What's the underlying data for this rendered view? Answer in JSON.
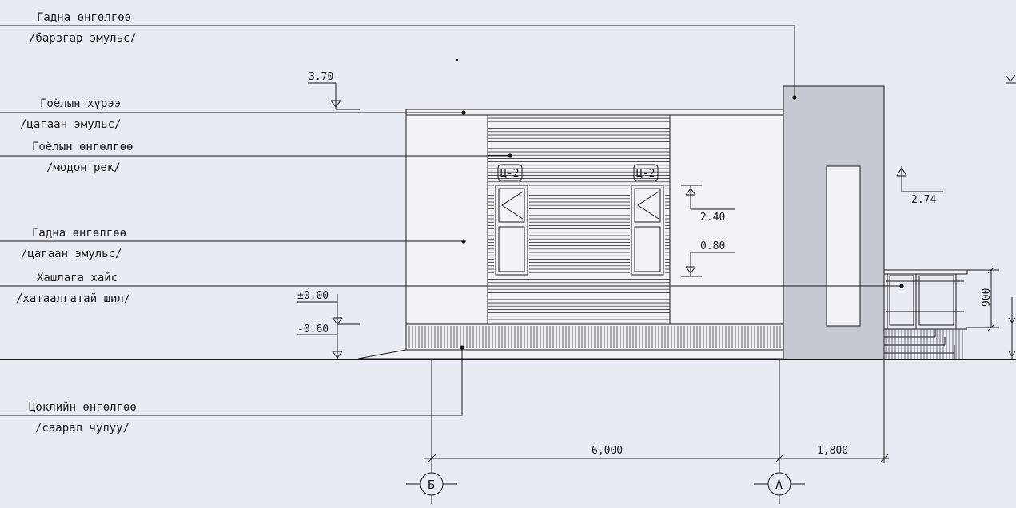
{
  "labels": [
    {
      "line1": "Гадна өнгөлгөө",
      "line2": "/барзгар эмульс/"
    },
    {
      "line1": "Гоёлын хүрээ",
      "line2": "/цагаан эмульс/"
    },
    {
      "line1": "Гоёлын өнгөлгөө",
      "line2": "/модон рек/"
    },
    {
      "line1": "Гадна өнгөлгөө",
      "line2": "/цагаан эмульс/"
    },
    {
      "line1": "Хашлага хайс",
      "line2": "/хатаалгатай шил/"
    },
    {
      "line1": "Цоклийн өнгөлгөө",
      "line2": "/саарал чулуу/"
    }
  ],
  "levels": {
    "top": "3.70",
    "zero": "±0.00",
    "ground": "-0.60",
    "canopy": "2.74",
    "window_top": "2.40",
    "window_sill": "0.80"
  },
  "window_tags": [
    "Ц-2",
    "Ц-2"
  ],
  "railing_height": "900",
  "dimensions": [
    "6,000",
    "1,800"
  ],
  "axes": [
    "Б",
    "А"
  ],
  "colors": {
    "background": "#e9ebf3",
    "line": "#1a1a1a",
    "wall_fill": "#f2f3f8",
    "column_fill": "#c7c9d1"
  }
}
